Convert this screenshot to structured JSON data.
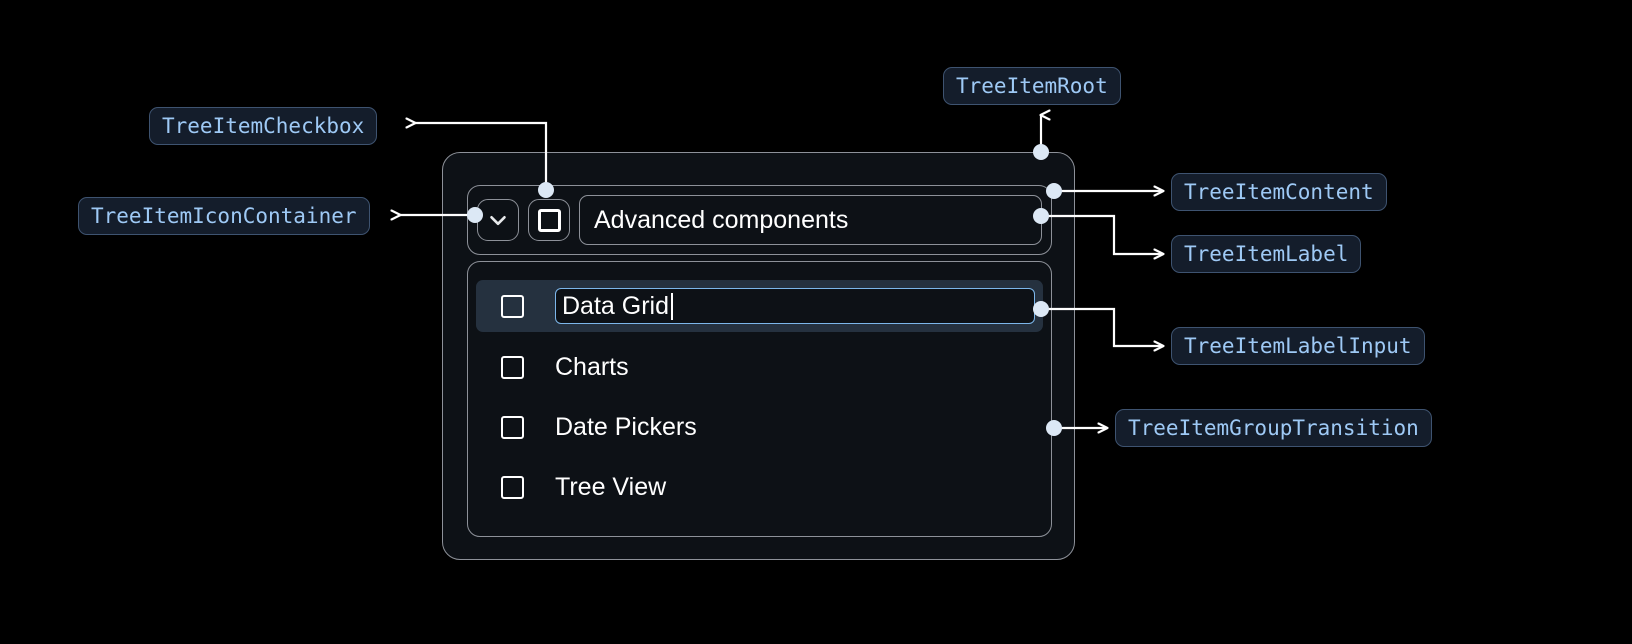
{
  "theme": {
    "background": "#000000",
    "panel_bg": "#0d1116",
    "panel_border": "#8d9199",
    "chip_bg": "#141d2b",
    "chip_border": "#3e5370",
    "chip_text": "#9ec9f5",
    "selected_row_bg": "#25313f",
    "input_border": "#7cb6ea",
    "text": "#ffffff",
    "connector": "#ffffff"
  },
  "annotations": [
    {
      "id": "tree-item-checkbox",
      "label": "TreeItemCheckbox"
    },
    {
      "id": "tree-item-icon-container",
      "label": "TreeItemIconContainer"
    },
    {
      "id": "tree-item-root",
      "label": "TreeItemRoot"
    },
    {
      "id": "tree-item-content",
      "label": "TreeItemContent"
    },
    {
      "id": "tree-item-label",
      "label": "TreeItemLabel"
    },
    {
      "id": "tree-item-label-input",
      "label": "TreeItemLabelInput"
    },
    {
      "id": "tree-item-group-transition",
      "label": "TreeItemGroupTransition"
    }
  ],
  "tree": {
    "header": {
      "expand_icon": "chevron-down-icon",
      "checkbox_state": "unchecked",
      "label": "Advanced components"
    },
    "children": [
      {
        "label": "Data Grid",
        "checked": false,
        "editing": true,
        "selected": true
      },
      {
        "label": "Charts",
        "checked": false,
        "editing": false,
        "selected": false
      },
      {
        "label": "Date Pickers",
        "checked": false,
        "editing": false,
        "selected": false
      },
      {
        "label": "Tree View",
        "checked": false,
        "editing": false,
        "selected": false
      }
    ],
    "editing_value": "Data Grid"
  }
}
